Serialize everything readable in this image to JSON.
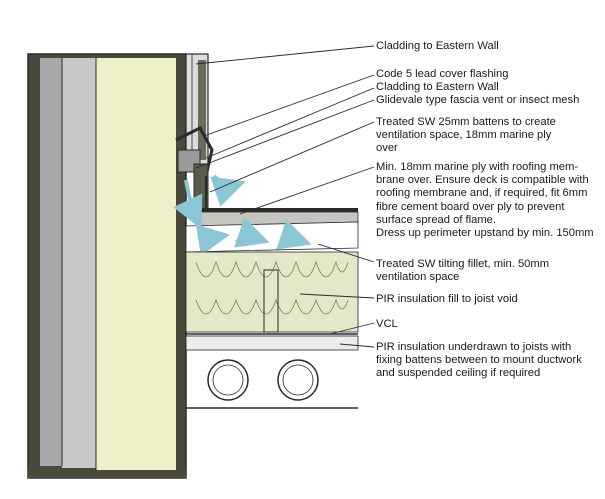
{
  "diagram": {
    "labels": [
      "Cladding to Eastern Wall",
      "Code 5 lead cover flashing",
      "Cladding to Eastern Wall",
      "Glidevale type fascia vent or insect mesh",
      "Treated SW 25mm battens to create\nventilation space, 18mm marine ply\nover",
      "Min. 18mm marine ply with roofing mem-\nbrane over. Ensure deck is compatible with\nroofing membrane and, if required, fit 6mm\nfibre cement board over ply to prevent\nsurface spread of flame.\nDress up perimeter upstand by min. 150mm",
      "Treated SW tilting fillet, min. 50mm\nventilation space",
      "PIR insulation fill to joist void",
      "VCL",
      "PIR insulation underdrawn to joists with\nfixing battens between to mount ductwork\nand suspended ceiling if required"
    ],
    "colors": {
      "wall_frame": "#4a4a3a",
      "wall_insulation": "#f0f0c8",
      "wall_cavity": "#a9a9ab",
      "roof_insulation": "#e3e8c8",
      "ventilation_arrow": "#8ac6d4",
      "ink": "#2a2a2a"
    }
  }
}
